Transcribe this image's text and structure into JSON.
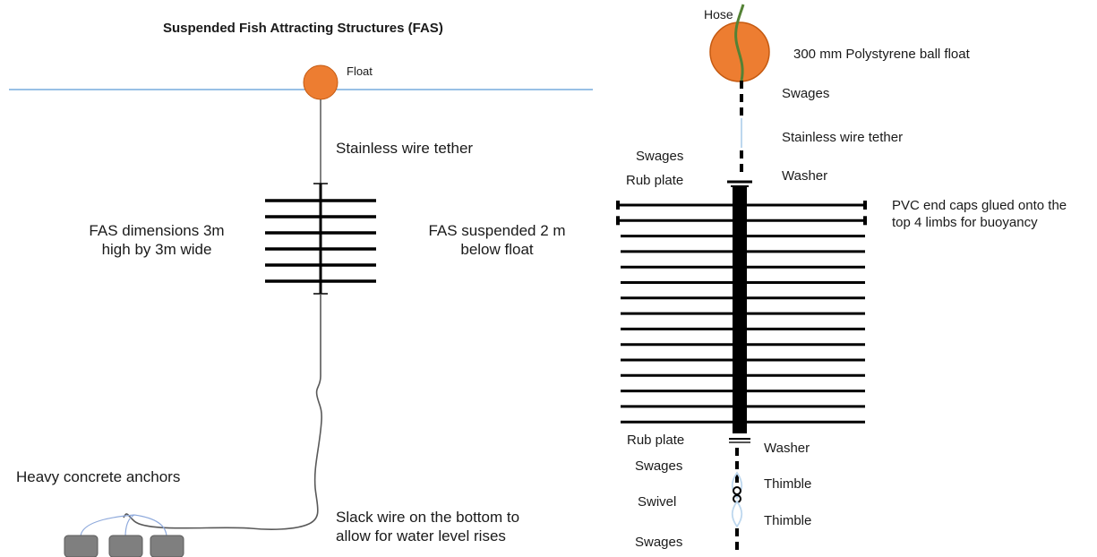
{
  "left_panel": {
    "title": "Suspended  Fish Attracting Structures (FAS)",
    "float_label": "Float",
    "tether_label": "Stainless wire tether",
    "dimensions_line1": "FAS dimensions 3m",
    "dimensions_line2": "high by 3m wide",
    "suspended_line1": "FAS suspended 2 m",
    "suspended_line2": "below float",
    "anchors_label": "Heavy concrete anchors",
    "slack_line1": "Slack wire on the bottom to",
    "slack_line2": "allow for water level rises"
  },
  "right_panel": {
    "hose": "Hose",
    "ball_float": "300 mm Polystyrene ball float",
    "swages_top": "Swages",
    "tether": "Stainless wire tether",
    "swages_left": "Swages",
    "rub_plate_top": "Rub plate",
    "washer_top": "Washer",
    "pvc_line1": "PVC end caps glued onto the",
    "pvc_line2": "top 4 limbs for buoyancy",
    "rub_plate_bottom": "Rub plate",
    "washer_bottom": "Washer",
    "swages_mid": "Swages",
    "thimble_1": "Thimble",
    "swivel": "Swivel",
    "thimble_2": "Thimble",
    "swages_bottom": "Swages"
  },
  "colors": {
    "float_fill": "#ED7D31",
    "float_stroke": "#C55A11",
    "water_line": "#5B9BD5",
    "anchor_fill": "#7F7F7F",
    "anchor_wire": "#8FAADC",
    "hose": "#548235",
    "structure": "#000000",
    "wire": "#595959",
    "thin_wire": "#BDD7EE"
  },
  "counts": {
    "left_limbs": 6,
    "right_limbs": 15,
    "capped_limbs": 2,
    "anchors": 3
  }
}
